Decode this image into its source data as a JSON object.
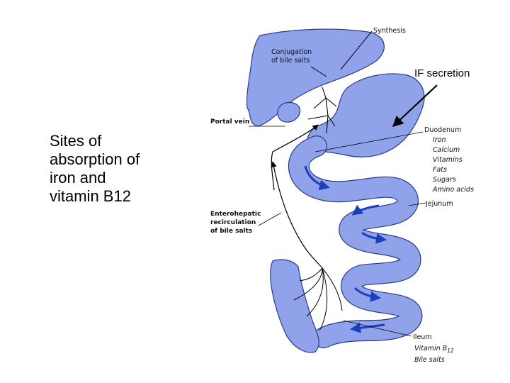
{
  "slide": {
    "title_lines": [
      "Sites of",
      "absorption of",
      "iron and",
      "vitamin B12"
    ],
    "callout": "IF secretion"
  },
  "diagram": {
    "labels": {
      "synthesis": "Synthesis",
      "conjugation_line1": "Conjugation",
      "conjugation_line2": "of bile salts",
      "portal_vein": "Portal vein",
      "duodenum": "Duodenum",
      "iron": "Iron",
      "calcium": "Calcium",
      "vitamins": "Vitamins",
      "fats": "Fats",
      "sugars": "Sugars",
      "amino_acids": "Amino acids",
      "jejunum": "Jejunum",
      "enterohepatic_line1": "Enterohepatic",
      "enterohepatic_line2": "recirculation",
      "enterohepatic_line3": "of bile salts",
      "ileum": "Ileum",
      "vitamin_b": "Vitamin B",
      "vitamin_b_sub": "12",
      "bile_salts": "Bile salts"
    },
    "colors": {
      "organ_fill": "#8fa2ea",
      "organ_stroke": "#2a3a8a",
      "arrow": "#1b3fb8",
      "line": "#000000"
    }
  }
}
